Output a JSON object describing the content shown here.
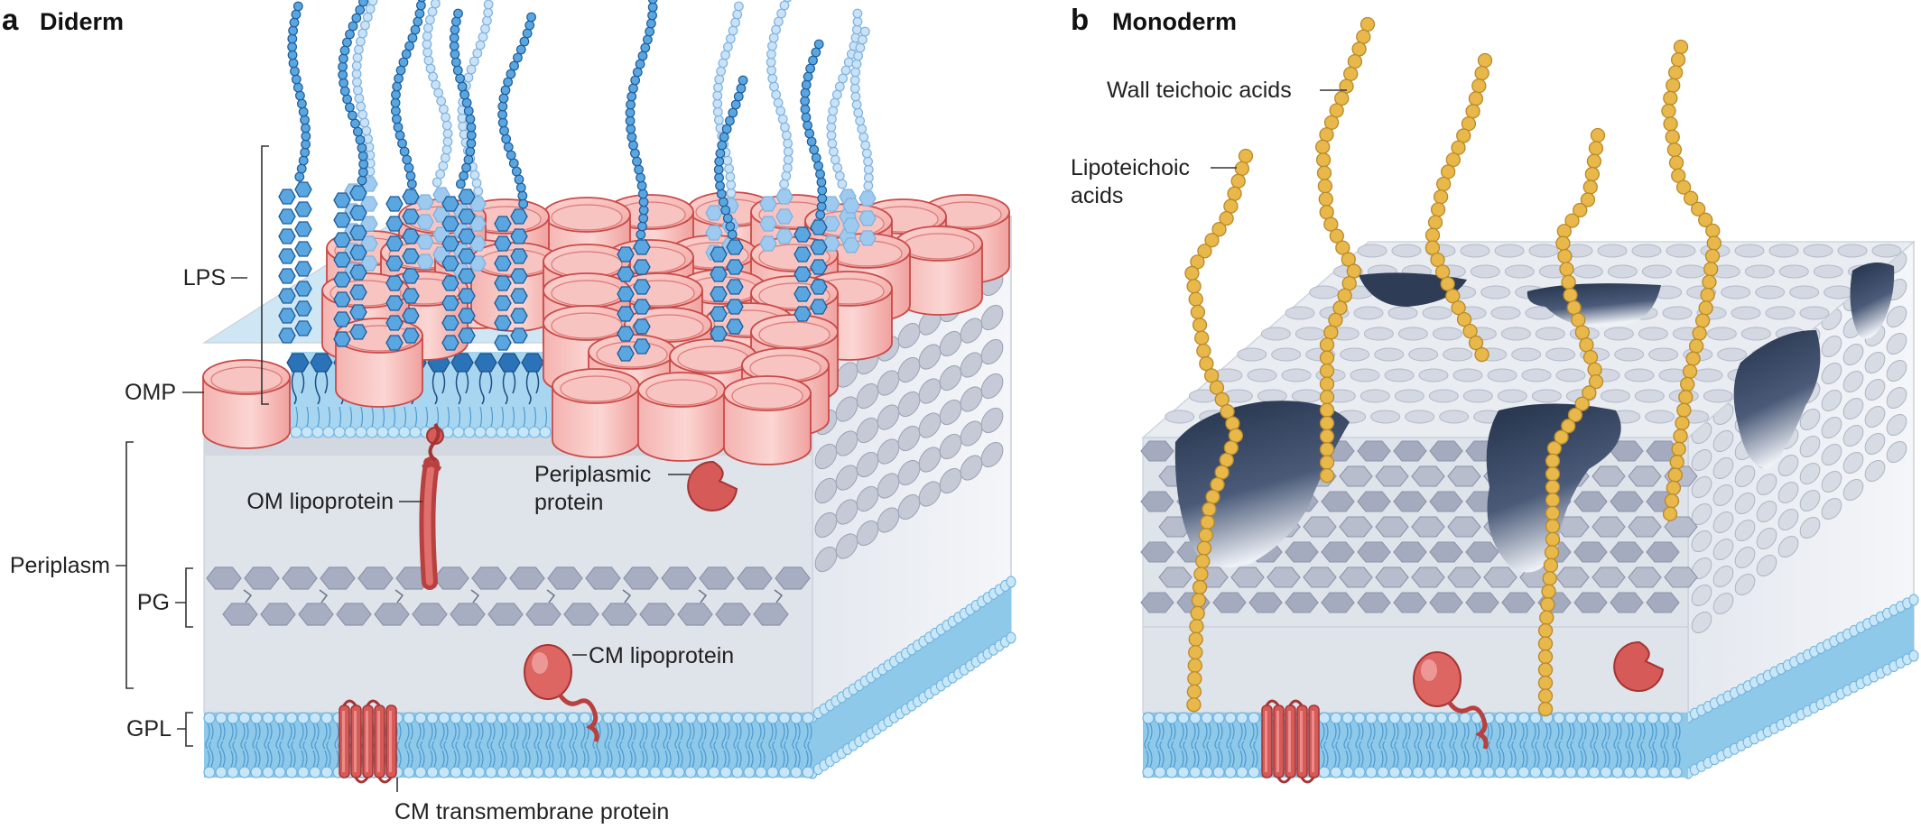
{
  "panel_a": {
    "letter": "a",
    "title": "Diderm",
    "labels": {
      "lps": "LPS",
      "omp": "OMP",
      "periplasm": "Periplasm",
      "pg": "PG",
      "gpl": "GPL",
      "om_lipoprotein": "OM lipoprotein",
      "periplasmic_protein_line1": "Periplasmic",
      "periplasmic_protein_line2": "protein",
      "cm_lipoprotein": "CM lipoprotein",
      "cm_transmembrane_protein": "CM transmembrane protein"
    }
  },
  "panel_b": {
    "letter": "b",
    "title": "Monoderm",
    "labels": {
      "wall_teichoic_acids": "Wall teichoic acids",
      "lipoteichoic_line1": "Lipoteichoic",
      "lipoteichoic_line2": "acids"
    }
  },
  "colors": {
    "omp_fill": "#f6b8b5",
    "omp_stroke": "#c94a48",
    "protein_red": "#d65a58",
    "membrane_blue": "#8fc9ea",
    "head_blue": "#c7e6f8",
    "lps_blue": "#2e7fc4",
    "lps_light": "#9fcaf0",
    "pg_gray": "#a7aec1",
    "periplasm_fill": "#dfe3ea",
    "wall_fill": "#e6e9ef",
    "pore_dark": "#2e3c55",
    "teichoic_gold": "#e8b84a"
  }
}
